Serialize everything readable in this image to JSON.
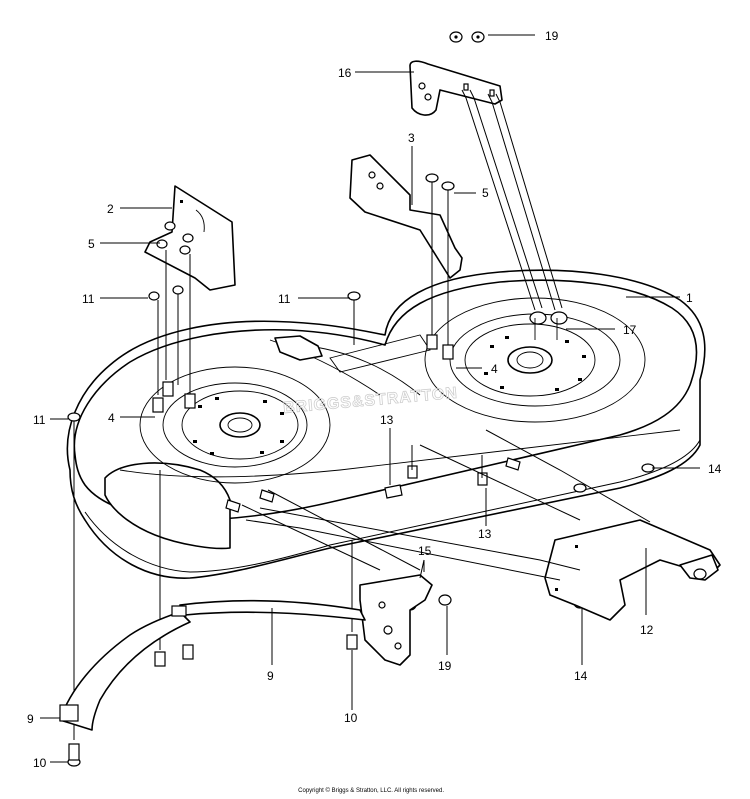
{
  "watermark": "BRIGGS&STRATTON",
  "copyright": "Copyright © Briggs & Stratton, LLC. All rights reserved.",
  "callouts": [
    {
      "id": "c19a",
      "label": "19"
    },
    {
      "id": "c16",
      "label": "16"
    },
    {
      "id": "c3",
      "label": "3"
    },
    {
      "id": "c5a",
      "label": "5"
    },
    {
      "id": "c2",
      "label": "2"
    },
    {
      "id": "c5b",
      "label": "5"
    },
    {
      "id": "c1",
      "label": "1"
    },
    {
      "id": "c11a",
      "label": "11"
    },
    {
      "id": "c11b",
      "label": "11"
    },
    {
      "id": "c17",
      "label": "17"
    },
    {
      "id": "c4a",
      "label": "4"
    },
    {
      "id": "c4b",
      "label": "4"
    },
    {
      "id": "c11c",
      "label": "11"
    },
    {
      "id": "c13a",
      "label": "13"
    },
    {
      "id": "c14a",
      "label": "14"
    },
    {
      "id": "c13b",
      "label": "13"
    },
    {
      "id": "c15",
      "label": "15"
    },
    {
      "id": "c12",
      "label": "12"
    },
    {
      "id": "c9a",
      "label": "9"
    },
    {
      "id": "c19b",
      "label": "19"
    },
    {
      "id": "c14b",
      "label": "14"
    },
    {
      "id": "c10a",
      "label": "10"
    },
    {
      "id": "c9b",
      "label": "9"
    },
    {
      "id": "c10b",
      "label": "10"
    }
  ]
}
